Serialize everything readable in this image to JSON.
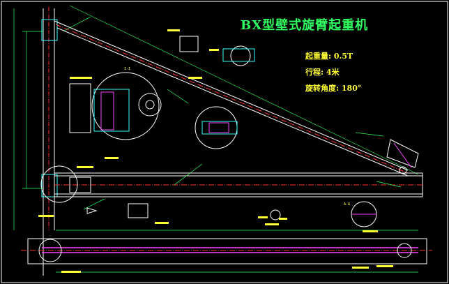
{
  "drawing": {
    "title": "BX型壁式旋臂起重机",
    "specs": {
      "capacity": "起重量: 0.5T",
      "travel": "行程: 4米",
      "rotation": "旋转角度: 180°"
    },
    "section_labels": [
      "I-I",
      "A-A"
    ]
  },
  "colors": {
    "background": "#000000",
    "outline": "#ffffff",
    "dimension": "#2fff60",
    "text": "#ffff33",
    "centerline": "#ff3030",
    "hatch": "#ff44ff",
    "cyan": "#33ffff"
  }
}
